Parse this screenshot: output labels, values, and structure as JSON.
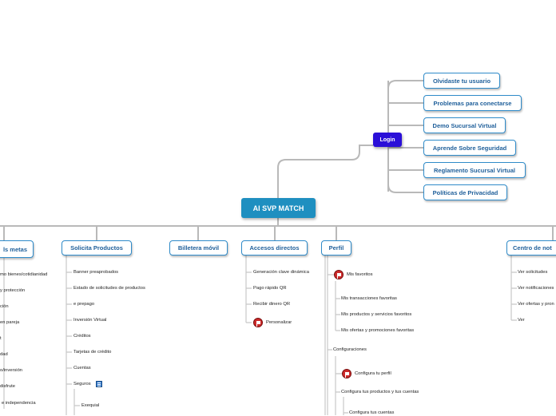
{
  "central": {
    "label": "AI SVP MATCH"
  },
  "login": {
    "label": "Login",
    "items": [
      "Olvidaste tu usuario",
      "Problemas para conectarse",
      "Demo Sucursal Virtual",
      "Aprende Sobre Seguridad",
      "Reglamento Sucursal Virtual",
      "Políticas de Privacidad"
    ]
  },
  "branches": {
    "metas": {
      "label": "ls metas",
      "items": [
        "mo bienes/cotidianidad",
        "y protección",
        "ción",
        "en pareja",
        "t",
        "dad",
        "o/inversión",
        "disfrute",
        "e independencia"
      ]
    },
    "solicita": {
      "label": "Solicita Productos",
      "items": [
        "Banner preaprobados",
        "Estado de solicitudes de productos",
        "e prepago",
        "Inversión Virtual",
        "Créditos",
        "Tarjetas de crédito",
        "Cuentas",
        "Seguros"
      ],
      "sub_items": [
        "Exequial"
      ]
    },
    "billetera": {
      "label": "Billetera móvil"
    },
    "accesos": {
      "label": "Accesos directos",
      "items": [
        "Generación clave dinámica",
        "Pago rápido QR",
        "Recibir dinero QR",
        "Personalizar"
      ]
    },
    "perfil": {
      "label": "Perfil",
      "favoritos": {
        "label": "Mis favoritos",
        "items": [
          "Mis transacciones favoritas",
          "Mis productos y servicios favoritos",
          "Mis ofertas y promociones favoritas"
        ]
      },
      "configuraciones": {
        "label": "Configuraciones",
        "items": [
          "Configura tu perfil",
          "Configura tus productos y tus cuentas"
        ],
        "sub_items": [
          "Configura tus cuentas"
        ]
      }
    },
    "centro": {
      "label": "Centro de not",
      "items": [
        "Ver solicitudes",
        "Ver notificaciones",
        "Ver ofertas y pron",
        "Ver"
      ]
    }
  },
  "colors": {
    "central": "#1f8fc0",
    "login": "#2a0fd8",
    "border": "#2f8bc9",
    "flag": "#cc2a2a"
  }
}
